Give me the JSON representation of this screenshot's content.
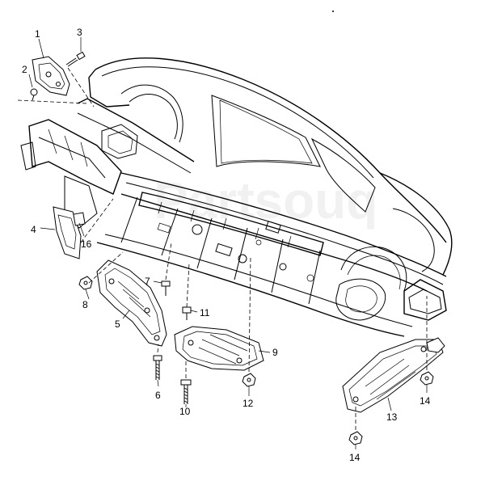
{
  "callouts": {
    "c1": "1",
    "c2": "2",
    "c3": "3",
    "c4": "4",
    "c5": "5",
    "c6": "6",
    "c7": "7",
    "c8": "8",
    "c9": "9",
    "c10": "10",
    "c11": "11",
    "c12": "12",
    "c13": "13",
    "c14a": "14",
    "c14b": "14",
    "c16": "16"
  }
}
